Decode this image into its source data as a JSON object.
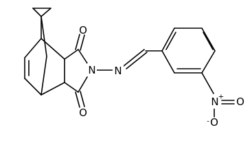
{
  "molecule": {
    "atoms": {
      "o_top": "O",
      "o_bottom": "O",
      "n_imide": "N",
      "n_imine": "N",
      "n_nitro": "N",
      "n_nitro_charge": "+",
      "o_nitro_right": "O",
      "o_nitro_bottom": "O",
      "o_nitro_bottom_charge": "-"
    }
  }
}
